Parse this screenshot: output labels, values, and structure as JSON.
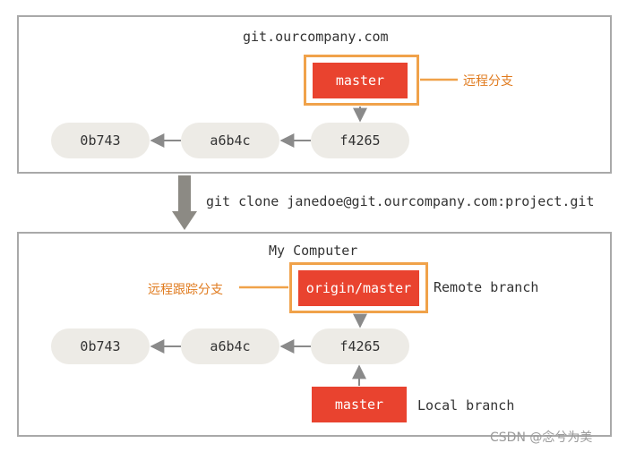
{
  "server": {
    "title": "git.ourcompany.com",
    "branch_label": "master",
    "annotation": "远程分支",
    "commits": [
      "0b743",
      "a6b4c",
      "f4265"
    ]
  },
  "command": "git clone janedoe@git.ourcompany.com:project.git",
  "local": {
    "title": "My Computer",
    "remote_branch_label": "origin/master",
    "remote_branch_caption": "Remote branch",
    "annotation": "远程跟踪分支",
    "commits": [
      "0b743",
      "a6b4c",
      "f4265"
    ],
    "local_branch_label": "master",
    "local_branch_caption": "Local branch"
  },
  "watermark": "CSDN @念兮为美",
  "colors": {
    "branch_fill": "#e9432f",
    "highlight": "#f0a24a",
    "annotation_text": "#e07b1f",
    "commit_fill": "#edebe6",
    "arrow": "#8a8a8a"
  }
}
